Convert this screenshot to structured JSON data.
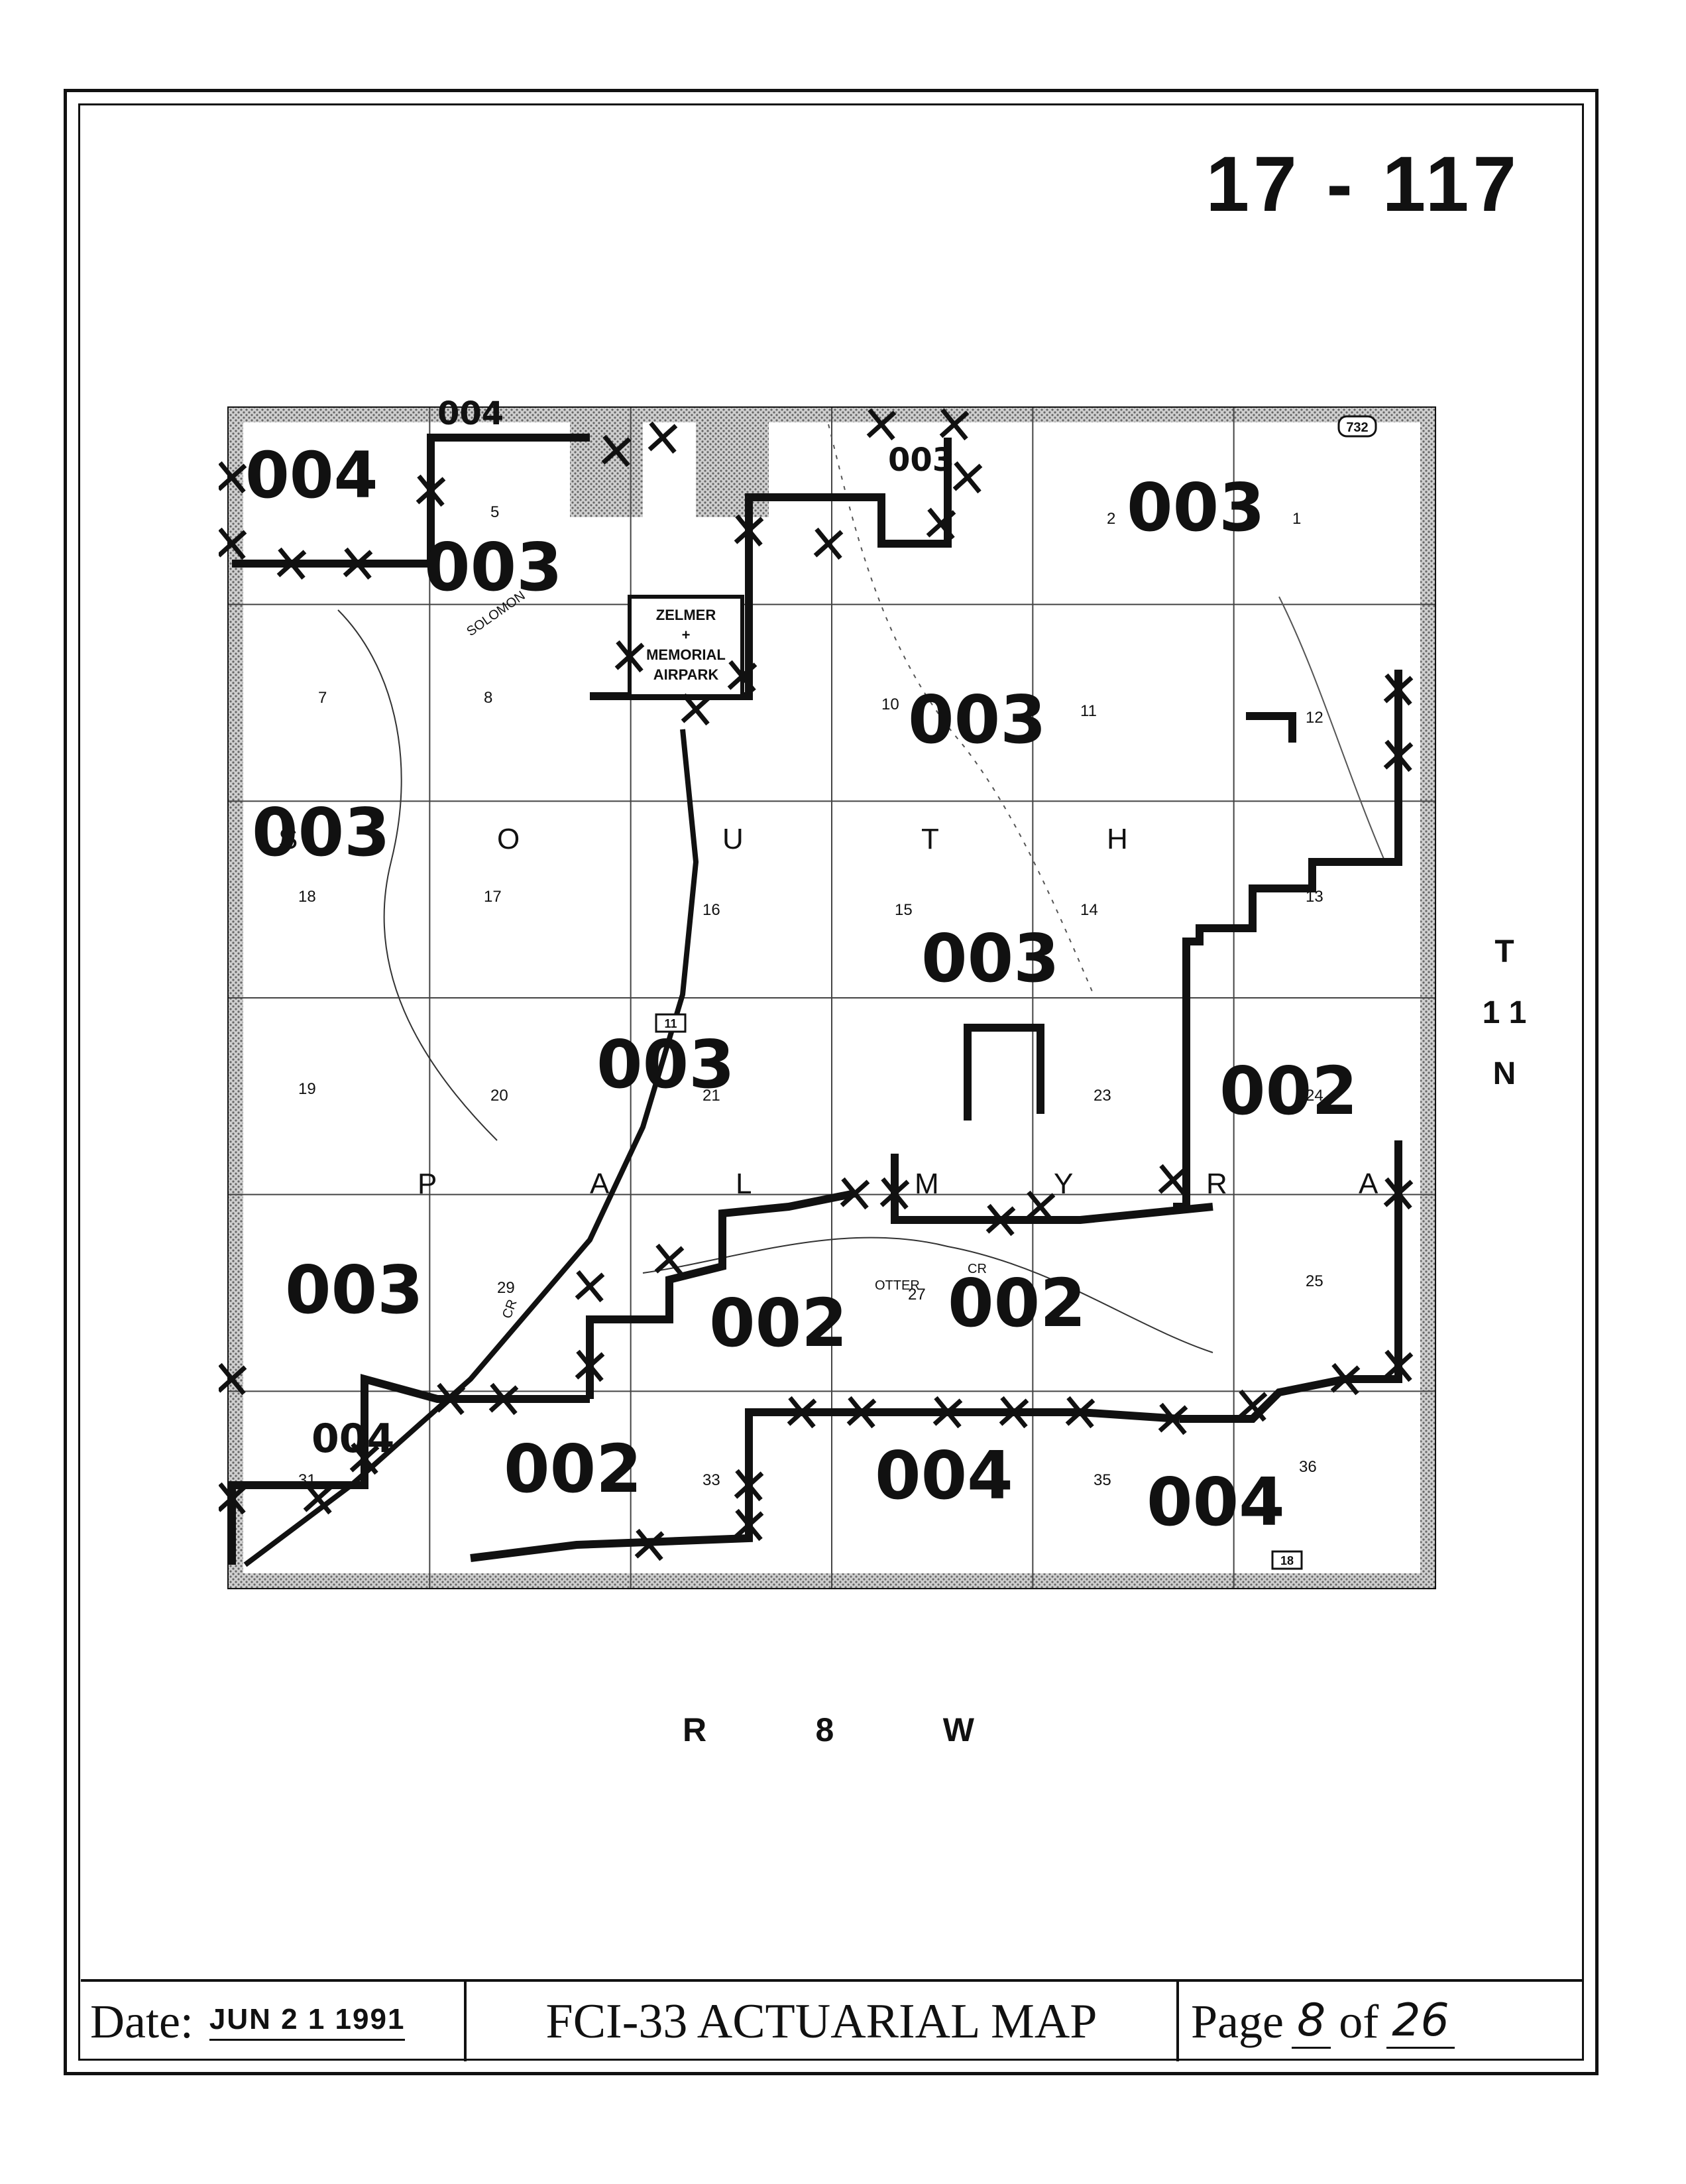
{
  "header": {
    "map_number": "17 - 117"
  },
  "map": {
    "township_letters": [
      "T",
      "1 1",
      "N"
    ],
    "range_letters": [
      "R",
      "8",
      "W"
    ],
    "place_letters": [
      "S",
      "O",
      "U",
      "T",
      "H",
      "P",
      "A",
      "L",
      "M",
      "Y",
      "R",
      "A"
    ],
    "section_numbers": [
      "1",
      "2",
      "5",
      "7",
      "8",
      "10",
      "11",
      "12",
      "13",
      "14",
      "15",
      "16",
      "17",
      "18",
      "19",
      "20",
      "21",
      "23",
      "24",
      "25",
      "27",
      "29",
      "31",
      "33",
      "35",
      "36"
    ],
    "airport_lines": [
      "ZELMER",
      "+",
      "MEMORIAL",
      "AIRPARK"
    ],
    "route_shields": [
      "732",
      "11",
      "18"
    ],
    "stream_labels": [
      "SOLOMON",
      "OTTER",
      "CR",
      "CR"
    ],
    "zone_codes": [
      {
        "code": "004"
      },
      {
        "code": "004"
      },
      {
        "code": "003"
      },
      {
        "code": "003"
      },
      {
        "code": "003"
      },
      {
        "code": "003"
      },
      {
        "code": "003"
      },
      {
        "code": "003"
      },
      {
        "code": "003"
      },
      {
        "code": "002"
      },
      {
        "code": "002"
      },
      {
        "code": "002"
      },
      {
        "code": "002"
      },
      {
        "code": "004"
      },
      {
        "code": "004"
      },
      {
        "code": "003"
      },
      {
        "code": "004"
      }
    ]
  },
  "footer": {
    "date_label": "Date:",
    "date_stamp": "JUN 2 1 1991",
    "title": "FCI-33 ACTUARIAL MAP",
    "page_word": "Page",
    "page_number": "8",
    "of_word": "of",
    "page_total": "26"
  },
  "colors": {
    "ink": "#111111",
    "border_shade": "#9a9a9a"
  }
}
